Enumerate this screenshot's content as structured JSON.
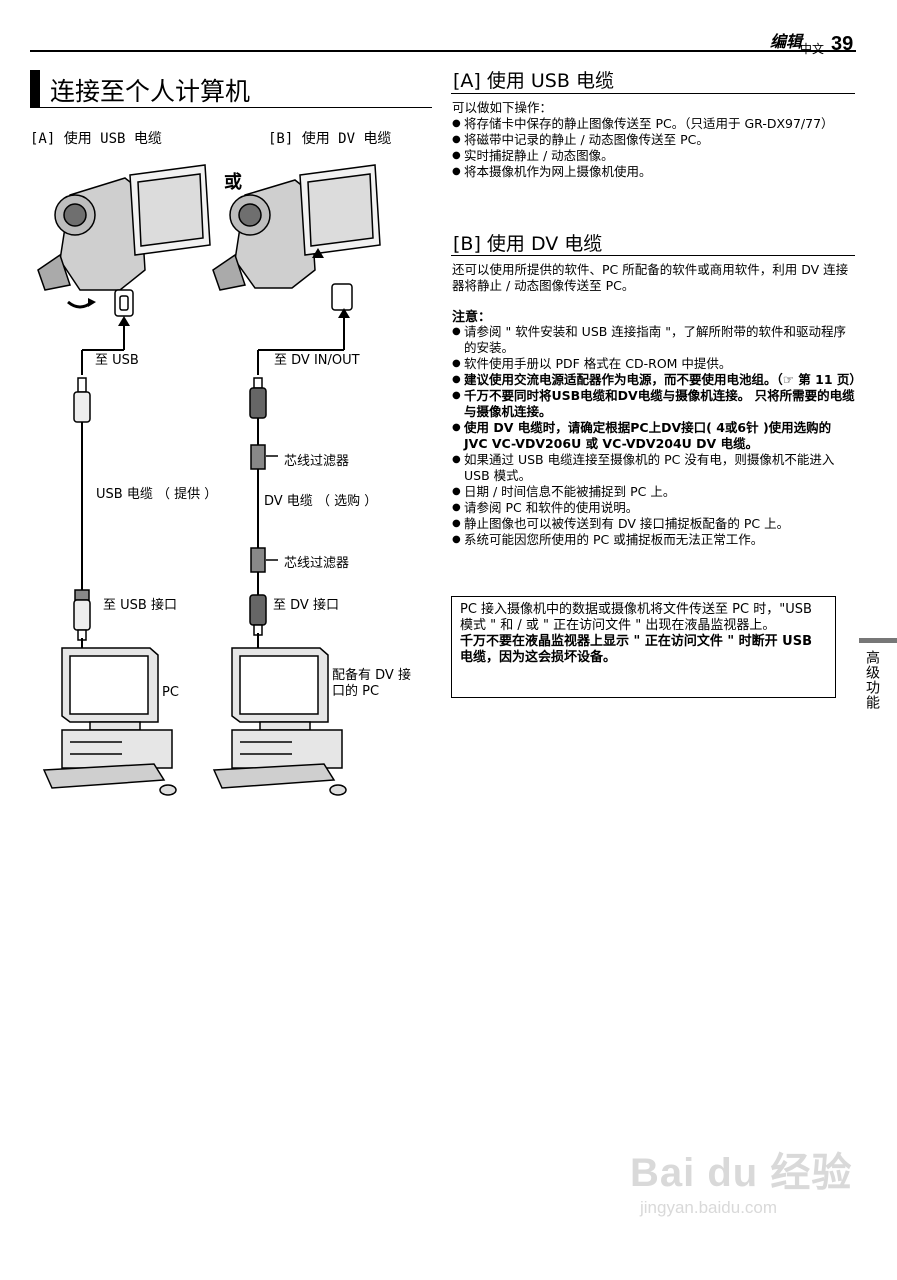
{
  "header": {
    "section": "编辑",
    "language": "中文",
    "page_number": "39"
  },
  "left": {
    "title": "连接至个人计算机",
    "label_a": "[A] 使用 USB 电缆",
    "label_b": "[B] 使用 DV 电缆",
    "or": "或",
    "to_usb": "至 USB",
    "to_dv_inout": "至 DV IN/OUT",
    "usb_cable": "USB 电缆 （ 提供 ）",
    "core_filter_1": "芯线过滤器",
    "dv_cable": "DV 电缆 （ 选购 ）",
    "core_filter_2": "芯线过滤器",
    "to_usb_port": "至 USB 接口",
    "to_dv_port": "至 DV 接口",
    "pc": "PC",
    "pc_with_dv_1": "配备有 DV 接",
    "pc_with_dv_2": "口的 PC"
  },
  "right": {
    "section_a_title": "[A] 使用 USB 电缆",
    "section_a_intro": "可以做如下操作：",
    "section_a_items": [
      "将存储卡中保存的静止图像传送至 PC。（只适用于 GR-DX97/77）",
      "将磁带中记录的静止 / 动态图像传送至 PC。",
      "实时捕捉静止 / 动态图像。",
      "将本摄像机作为网上摄像机使用。"
    ],
    "section_b_title": "[B] 使用 DV 电缆",
    "section_b_text": "还可以使用所提供的软件、PC 所配备的软件或商用软件，利用 DV 连接器将静止 / 动态图像传送至 PC。",
    "note_title": "注意：",
    "notes": [
      "请参阅 \" 软件安装和 USB 连接指南 \"，了解所附带的软件和驱动程序的安装。",
      "软件使用手册以 PDF 格式在 CD-ROM 中提供。",
      "建议使用交流电源适配器作为电源，而不要使用电池组。（☞ 第 11 页）",
      "千万不要同时将USB电缆和DV电缆与摄像机连接。 只将所需要的电缆与摄像机连接。",
      "使用 DV 电缆时，请确定根据PC上DV接口( 4或6针 )使用选购的 JVC VC-VDV206U 或 VC-VDV204U DV 电缆。",
      "如果通过 USB 电缆连接至摄像机的 PC 没有电，则摄像机不能进入 USB 模式。",
      "日期 / 时间信息不能被捕捉到 PC 上。",
      "请参阅 PC 和软件的使用说明。",
      "静止图像也可以被传送到有 DV 接口捕捉板配备的 PC 上。",
      "系统可能因您所使用的 PC 或捕捉板而无法正常工作。"
    ],
    "box_line1": "PC 接入摄像机中的数据或摄像机将文件传送至 PC 时，\"USB 模式 \" 和 / 或 \" 正在访问文件 \" 出现在液晶监视器上。",
    "box_line2": "千万不要在液晶监视器上显示 \" 正在访问文件 \" 时断开 USB 电缆，因为这会损坏设备。"
  },
  "side_tab": "高级功能",
  "watermark": {
    "brand": "Bai du 经验",
    "url": "jingyan.baidu.com"
  }
}
